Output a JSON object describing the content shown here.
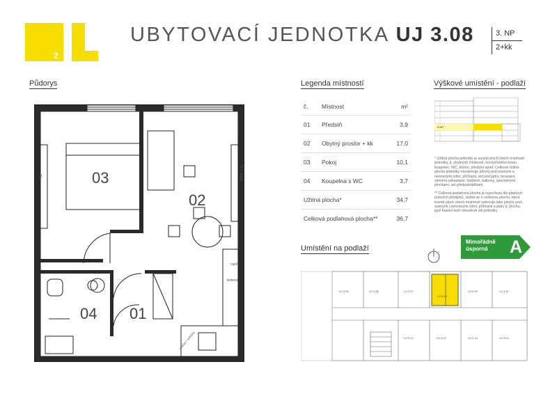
{
  "header": {
    "title_main": "UBYTOVACÍ JEDNOTKA",
    "title_code": "UJ 3.08",
    "floor": "3. NP",
    "layout_type": "2+kk",
    "logo_text": "2"
  },
  "floorplan": {
    "label": "Půdorys",
    "rooms": [
      "03",
      "02",
      "04",
      "01"
    ],
    "annotations": {
      "tv": "TV",
      "tv_holder": "TV + držák",
      "spiz": "spíž",
      "lednice": "lednice",
      "pracka": "pračka / sušička"
    }
  },
  "legend": {
    "label": "Legenda místností",
    "col_no": "č.",
    "col_room": "Místnost",
    "col_area": "m²",
    "rows": [
      {
        "no": "01",
        "name": "Předsíň",
        "area": "3,9"
      },
      {
        "no": "02",
        "name": "Obytný prostor + kk",
        "area": "17,0"
      },
      {
        "no": "03",
        "name": "Pokoj",
        "area": "10,1"
      },
      {
        "no": "04",
        "name": "Koupelna s WC",
        "area": "3,7"
      }
    ],
    "usable_label": "Užitná plocha*",
    "usable_value": "34,7",
    "total_label": "Celková podlahová plocha**",
    "total_value": "36,7"
  },
  "height": {
    "label": "Výškové umístění - podlaží",
    "marker": "3.NP"
  },
  "notes": {
    "n1": "* Užitná plocha jednotky je součet ploch všech místností jednotky, tj. obytných místností, kuchyňského koutu, koupelen, WC, komor, předsíní apod. Celková užitná plocha jednotky nezahrnuje plochy pod nosnými a nenosnými zdmi, příčkami, ani pod jádry, terasami, zimními zahradami, lodžiemi, balkony, zpevněnými plochami, ani předzahrádkami.",
    "n2": "** Celková podlahová plocha je vypočtena dle platných právních předpisů. Jedná se o celkovou plochu, která kromě ploch všech místností zahrnuje také plochy pod nosnými i nenosnými zdmi, příčkami a jádry tj. plochu, jejíž hranici tvoří obvodové zdi jednotky."
  },
  "energy": {
    "line1": "Mimořádně",
    "line2": "úsporná",
    "class": "A"
  },
  "placement": {
    "label": "Umístění na podlaží",
    "units": [
      "UJ 3.07",
      "UJ 3.08",
      "UJ 3.09",
      "UJ 3.10",
      "UJ 3.06",
      "UJ 3.05",
      "UJ 3.11",
      "UJ 3.12",
      "UJ 3.13",
      "UJ 3.14"
    ]
  },
  "colors": {
    "accent": "#f7de00",
    "energy_green": "#2e9a3a",
    "wall": "#222222",
    "text": "#444444"
  }
}
